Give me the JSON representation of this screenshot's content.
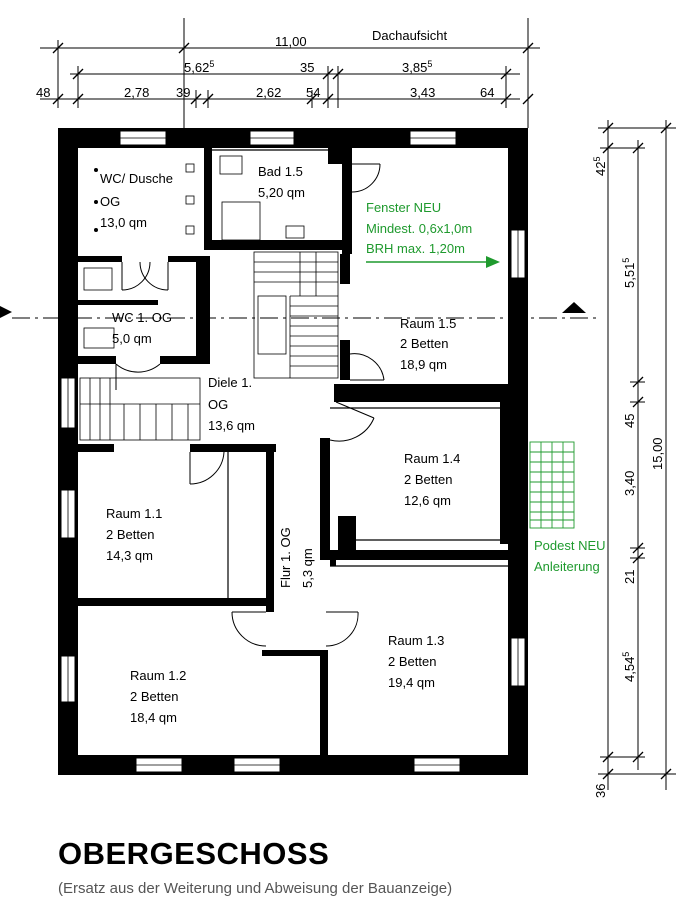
{
  "dimensions_top": {
    "row1": {
      "total": "11,00",
      "label": "Dachaufsicht"
    },
    "row2": {
      "a": "5,62",
      "a_sup": "5",
      "b": "35",
      "c": "3,85",
      "c_sup": "5"
    },
    "row3": {
      "a": "48",
      "b": "2,78",
      "c": "39",
      "d": "2,62",
      "e": "54",
      "f": "3,43",
      "g": "64"
    }
  },
  "dimensions_right": {
    "d1": "42",
    "d1_sup": "5",
    "d2": "5,51",
    "d2_sup": "5",
    "d3": "45",
    "d4": "3,40",
    "d5": "21",
    "d6": "4,54",
    "d6_sup": "5",
    "d7": "36",
    "total": "15,00"
  },
  "rooms": {
    "wc_dusche": {
      "name": "WC/ Dusche",
      "floor": "OG",
      "area": "13,0 qm"
    },
    "bad": {
      "name": "Bad 1.5",
      "area": "5,20 qm"
    },
    "wc": {
      "name": "WC 1. OG",
      "area": "5,0 qm"
    },
    "raum15": {
      "name": "Raum 1.5",
      "beds": "2 Betten",
      "area": "18,9 qm"
    },
    "diele": {
      "name": "Diele 1.",
      "floor": "OG",
      "area": "13,6 qm"
    },
    "raum14": {
      "name": "Raum 1.4",
      "beds": "2 Betten",
      "area": "12,6 qm"
    },
    "raum11": {
      "name": "Raum 1.1",
      "beds": "2 Betten",
      "area": "14,3 qm"
    },
    "flur": {
      "name": "Flur 1. OG",
      "area": "5,3 qm"
    },
    "raum13": {
      "name": "Raum 1.3",
      "beds": "2 Betten",
      "area": "19,4 qm"
    },
    "raum12": {
      "name": "Raum 1.2",
      "beds": "2 Betten",
      "area": "18,4 qm"
    }
  },
  "annotations": {
    "fenster": [
      "Fenster NEU",
      "Mindest. 0,6x1,0m",
      "BRH max. 1,20m"
    ],
    "podest": [
      "Podest NEU",
      "Anleiterung"
    ]
  },
  "colors": {
    "annotation": "#1f9a2e",
    "wall": "#000000"
  },
  "title": "OBERGESCHOSS",
  "subtitle": "(Ersatz aus der Weiterung und Abweisung der Bauanzeige)"
}
